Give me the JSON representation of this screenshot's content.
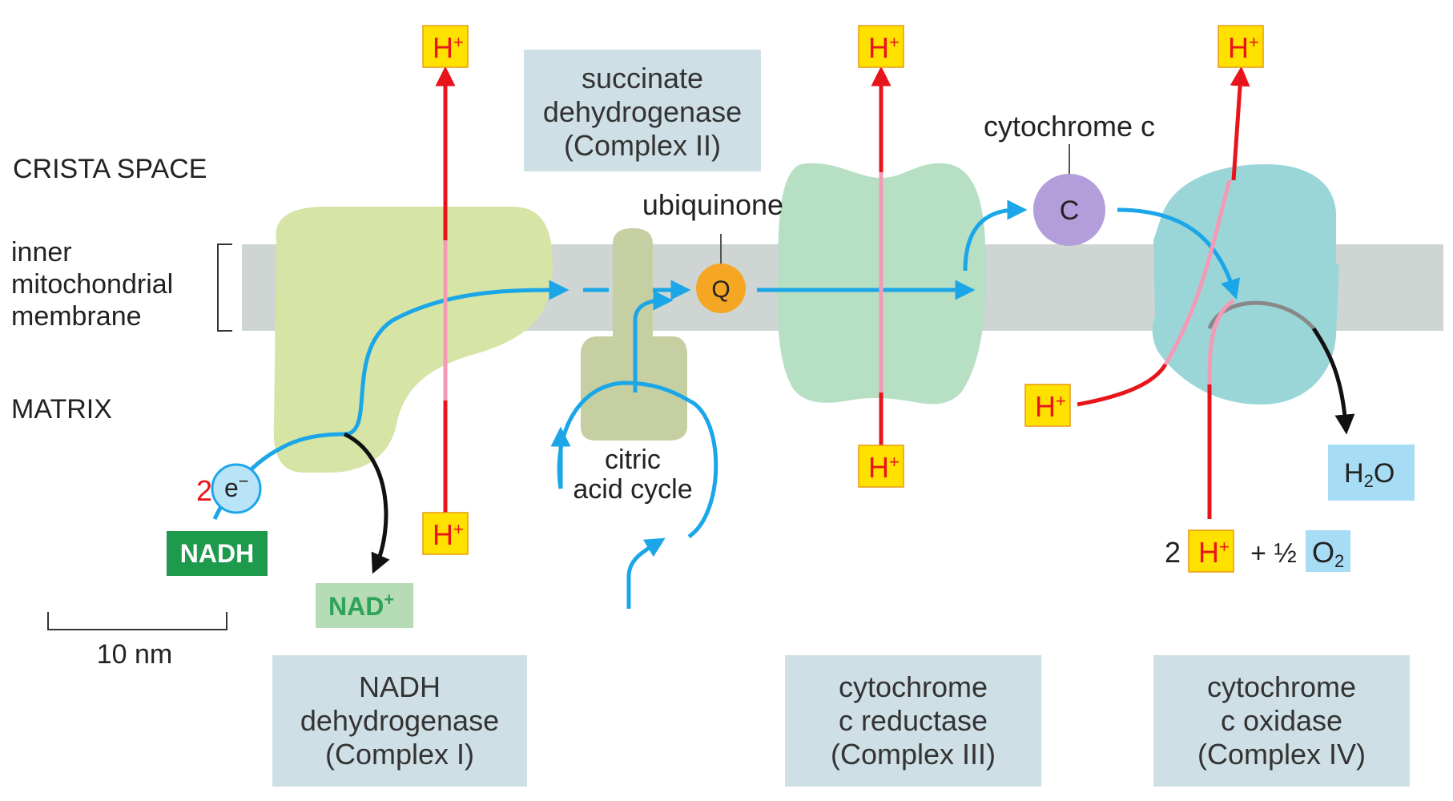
{
  "regions": {
    "crista_space": "CRISTA SPACE",
    "membrane_line1": "inner",
    "membrane_line2": "mitochondrial",
    "membrane_line3": "membrane",
    "matrix": "MATRIX"
  },
  "proton": {
    "symbol": "H",
    "charge": "+"
  },
  "electrons": {
    "count": "2",
    "symbol": "e",
    "charge": "−"
  },
  "nadh": "NADH",
  "nad_plus": {
    "text": "NAD",
    "charge": "+"
  },
  "scale_bar": "10 nm",
  "ubiquinone": {
    "label": "ubiquinone",
    "symbol": "Q"
  },
  "cytochrome_c": {
    "label": "cytochrome c",
    "symbol": "C"
  },
  "citric_acid_cycle": {
    "line1": "citric",
    "line2": "acid cycle"
  },
  "water": {
    "text": "H",
    "subscript": "2",
    "suffix": "O"
  },
  "oxygen_reaction": {
    "coefficient": "2",
    "plus_half": "+ ½",
    "o2": "O",
    "o2_subscript": "2"
  },
  "complexes": {
    "complex_1": {
      "line1": "NADH",
      "line2": "dehydrogenase",
      "line3": "(Complex I)"
    },
    "complex_2": {
      "line1": "succinate",
      "line2": "dehydrogenase",
      "line3": "(Complex II)"
    },
    "complex_3": {
      "line1": "cytochrome",
      "line2": "c reductase",
      "line3": "(Complex III)"
    },
    "complex_4": {
      "line1": "cytochrome",
      "line2": "c oxidase",
      "line3": "(Complex IV)"
    }
  },
  "colors": {
    "membrane": "#cfd5d2",
    "complex_1": "#d6e4a6",
    "complex_2": "#c6cfa2",
    "complex_3": "#b6dfc4",
    "complex_4": "#9ad6d8",
    "label_box": "#cfdfe6",
    "proton_box": "#ffe100",
    "proton_arrow": "#e8141b",
    "electron_path": "#1ba6e8",
    "ubiquinone": "#f5a623",
    "cytochrome_c": "#b39ddb",
    "nadh_box": "#1e9a4c",
    "nad_plus_box": "#b5dcb4",
    "water_box": "#a6dcf4"
  }
}
